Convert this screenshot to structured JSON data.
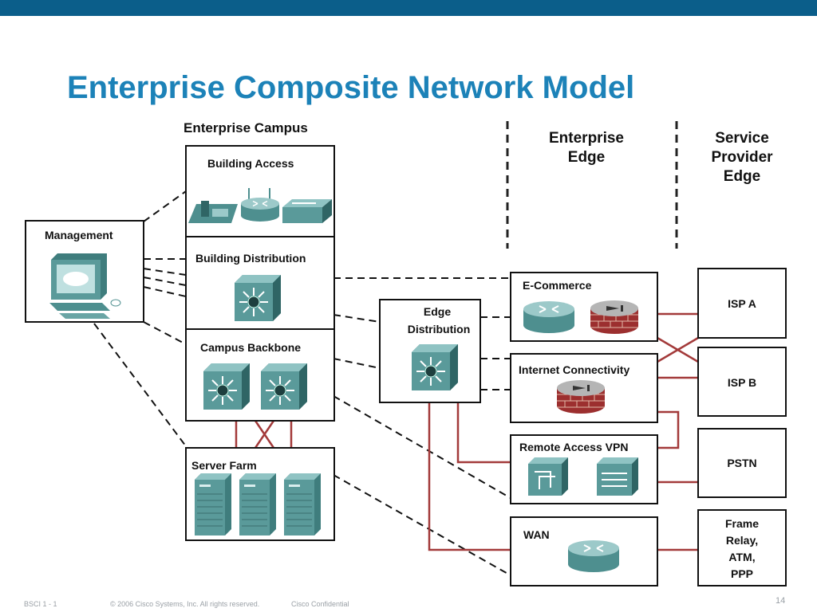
{
  "slide": {
    "title": "Enterprise Composite Network Model",
    "colors": {
      "topbar": "#0b5e8a",
      "title": "#1c82b8",
      "device": "#4e8f8f",
      "wan_link": "#a33a3a",
      "firewall": "#9c2f2f"
    }
  },
  "diagram": {
    "campus_header": "Enterprise Campus",
    "edge_header_line1": "Enterprise",
    "edge_header_line2": "Edge",
    "sp_header_line1": "Service",
    "sp_header_line2": "Provider",
    "sp_header_line3": "Edge",
    "management": "Management",
    "building_access": "Building Access",
    "building_distribution": "Building Distribution",
    "campus_backbone": "Campus Backbone",
    "server_farm": "Server Farm",
    "edge_distribution_line1": "Edge",
    "edge_distribution_line2": "Distribution",
    "ecommerce": "E-Commerce",
    "internet_connectivity": "Internet Connectivity",
    "remote_access_vpn": "Remote Access VPN",
    "wan": "WAN",
    "isp_a": "ISP A",
    "isp_b": "ISP B",
    "pstn": "PSTN",
    "frame_line1": "Frame",
    "frame_line2": "Relay,",
    "frame_line3": "ATM,",
    "frame_line4": "PPP",
    "icons": [
      "ip-phone-icon",
      "router-icon",
      "switch-icon",
      "workstation-icon",
      "multilayer-switch-icon",
      "server-icon",
      "firewall-icon",
      "vpn-concentrator-icon"
    ]
  },
  "footer": {
    "course": "BSCI 1 - 1",
    "copyright": "© 2006 Cisco Systems, Inc. All rights reserved.",
    "confidential": "Cisco Confidential",
    "page": "14"
  }
}
